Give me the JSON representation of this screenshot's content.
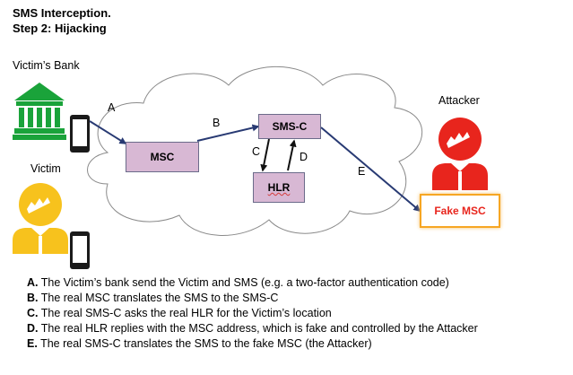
{
  "title_line1": "SMS Interception.",
  "title_line2": "Step 2: Hijacking",
  "labels": {
    "bank": "Victim’s Bank",
    "victim": "Victim",
    "attacker": "Attacker"
  },
  "nodes": {
    "msc": "MSC",
    "smsc": "SMS-C",
    "hlr": "HLR",
    "fake_msc": "Fake MSC"
  },
  "edges": {
    "a": "A",
    "b": "B",
    "c": "C",
    "d": "D",
    "e": "E"
  },
  "legend": [
    {
      "key": "A.",
      "text": "The Victim’s bank send the Victim and SMS (e.g. a two-factor authentication code)"
    },
    {
      "key": "B.",
      "text": "The real MSC translates the SMS to the SMS-C"
    },
    {
      "key": "C.",
      "text": "The real SMS-C asks the real HLR for the Victim’s location"
    },
    {
      "key": "D.",
      "text": "The real HLR replies with the MSC address, which is fake and controlled by the Attacker"
    },
    {
      "key": "E.",
      "text": "The real SMS-C translates the SMS to the fake MSC (the Attacker)"
    }
  ],
  "colors": {
    "bank_green": "#1aa33a",
    "victim_yellow": "#f7c21d",
    "attacker_red": "#e8251d",
    "node_fill": "#d8b8d4",
    "arrow_blue": "#283a73",
    "fake_border": "#f6a623"
  }
}
